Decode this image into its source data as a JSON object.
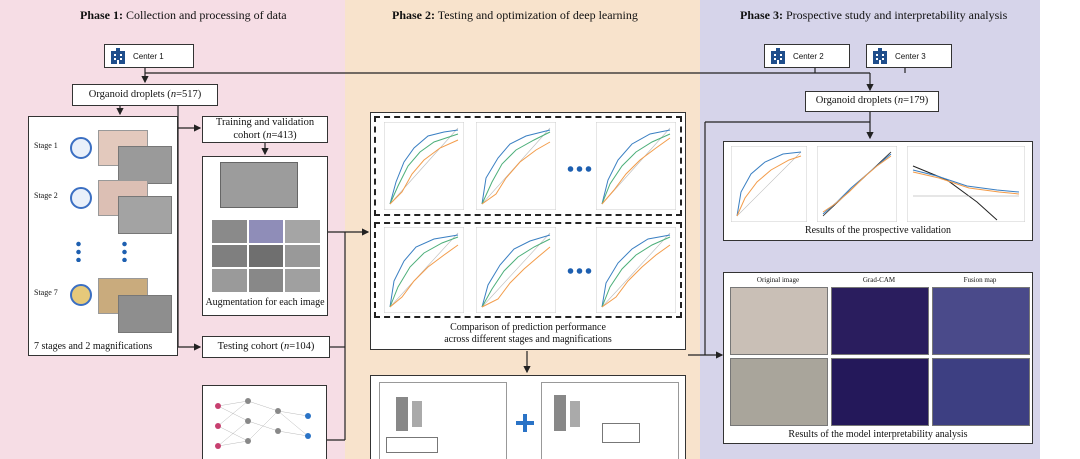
{
  "phases": [
    {
      "prefix": "Phase 1:",
      "rest": " Collection and processing of data",
      "color": "#f6dde5"
    },
    {
      "prefix": "Phase 2:",
      "rest": " Testing and optimization of deep learning",
      "color": "#f8e3cc"
    },
    {
      "prefix": "Phase 3:",
      "rest": " Prospective study and interpretability analysis",
      "color": "#d6d4ea"
    }
  ],
  "centers": {
    "c1": "Center 1",
    "c2": "Center 2",
    "c3": "Center 3"
  },
  "phase1": {
    "droplets_pre": "Organoid droplets (",
    "droplets_n": "n",
    "droplets_post": "=517)",
    "stages": [
      "Stage 1",
      "Stage 2",
      "Stage 7"
    ],
    "stages_caption": "7 stages and 2 magnifications",
    "train_line1": "Training and validation",
    "train_pre": "cohort (",
    "train_n": "n",
    "train_post": "=413)",
    "augment_caption": "Augmentation for each image",
    "test_pre": "Testing  cohort (",
    "test_n": "n",
    "test_post": "=104)"
  },
  "phase2": {
    "comparison_line1": "Comparison of prediction performance",
    "comparison_line2": "across different stages and magnifications"
  },
  "phase3": {
    "droplets_pre": "Organoid droplets (",
    "droplets_n": "n",
    "droplets_post": "=179)",
    "prospective_caption": "Results of the prospective validation",
    "panel_titles": [
      "Original image",
      "Grad-CAM",
      "Fusion map"
    ],
    "interp_caption": "Results of the model interpretability analysis"
  }
}
